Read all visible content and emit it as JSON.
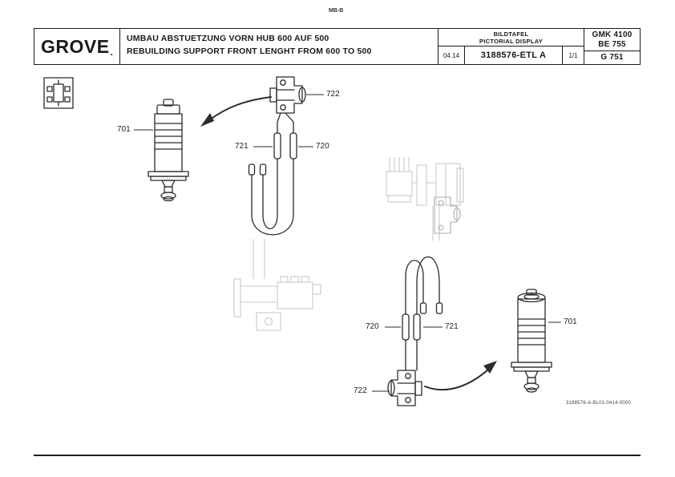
{
  "meta": {
    "top_note": "MB-B",
    "footer_code": "3188576-A-BL01-0414-0000"
  },
  "header": {
    "logo": "GROVE",
    "logo_mark": ".",
    "title_de": "UMBAU ABSTUETZUNG VORN HUB 600 AUF 500",
    "title_en": "REBUILDING SUPPORT FRONT LENGHT FROM 600 TO 500",
    "panel_de": "BILDTAFEL",
    "panel_en": "PICTORIAL DISPLAY",
    "date": "04.14",
    "doc_number": "3188576-ETL A",
    "sheet": "1/1",
    "model": "GMK 4100",
    "ref1": "BE 755",
    "ref2": "G 751"
  },
  "parts": {
    "cylinder_left": "701",
    "hose_upper_left": "721",
    "hose_upper_right": "720",
    "bracket_upper": "722",
    "hose_lower_left": "720",
    "hose_lower_right": "721",
    "bracket_lower": "722",
    "cylinder_right": "701"
  },
  "colors": {
    "line": "#2b2b2b",
    "phantom": "#c7cbce"
  }
}
